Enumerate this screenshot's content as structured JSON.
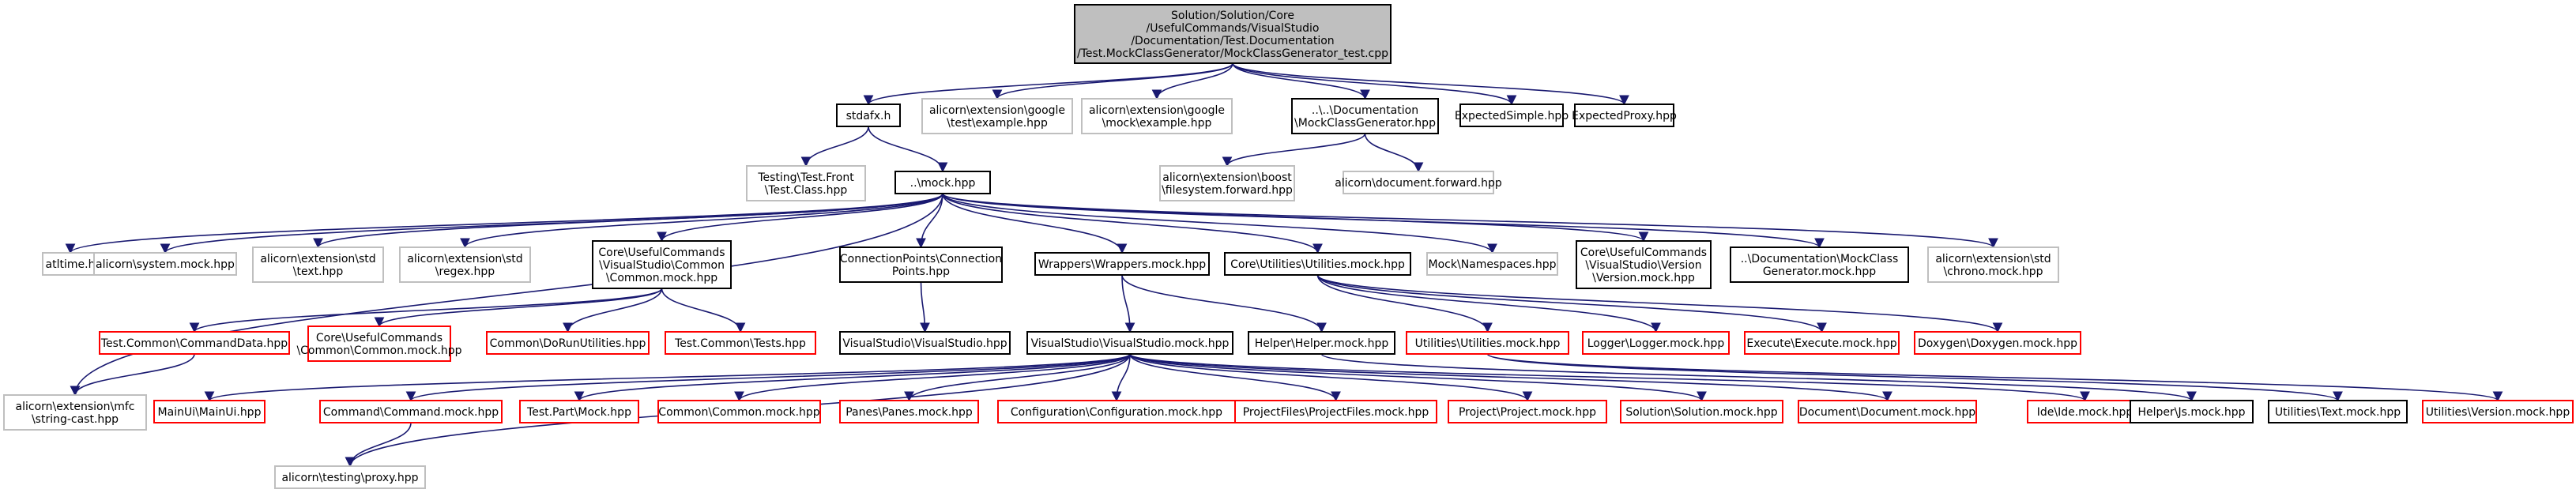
{
  "colors": {
    "edge": "#191970",
    "root_fill": "#bfbfbf",
    "root_border": "#000000",
    "doc_border": "#000000",
    "undocumented_border": "#ff0000",
    "external_border": "#bfbfbf",
    "text": "#000000"
  },
  "nodes": [
    {
      "id": "root",
      "kind": "root",
      "lines": [
        "Solution/Solution/Core",
        "/UsefulCommands/VisualStudio",
        "/Documentation/Test.Documentation",
        "/Test.MockClassGenerator/MockClassGenerator_test.cpp"
      ]
    },
    {
      "id": "stdafx",
      "kind": "doc",
      "lines": [
        "stdafx.h"
      ]
    },
    {
      "id": "google_test",
      "kind": "external",
      "lines": [
        "alicorn\\extension\\google",
        "\\test\\example.hpp"
      ]
    },
    {
      "id": "google_mock",
      "kind": "external",
      "lines": [
        "alicorn\\extension\\google",
        "\\mock\\example.hpp"
      ]
    },
    {
      "id": "mockclassgen",
      "kind": "doc",
      "lines": [
        "..\\..\\Documentation",
        "\\MockClassGenerator.hpp"
      ]
    },
    {
      "id": "expected_simple",
      "kind": "doc",
      "lines": [
        "ExpectedSimple.hpp"
      ]
    },
    {
      "id": "expected_proxy",
      "kind": "doc",
      "lines": [
        "ExpectedProxy.hpp"
      ]
    },
    {
      "id": "testing_front",
      "kind": "external",
      "lines": [
        "Testing\\Test.Front",
        "\\Test.Class.hpp"
      ]
    },
    {
      "id": "mock_hpp",
      "kind": "doc",
      "lines": [
        "..\\mock.hpp"
      ]
    },
    {
      "id": "boost_fs",
      "kind": "external",
      "lines": [
        "alicorn\\extension\\boost",
        "\\filesystem.forward.hpp"
      ]
    },
    {
      "id": "doc_forward",
      "kind": "external",
      "lines": [
        "alicorn\\document.forward.hpp"
      ]
    },
    {
      "id": "atltime",
      "kind": "external",
      "lines": [
        "atltime.h"
      ]
    },
    {
      "id": "system_mock",
      "kind": "external",
      "lines": [
        "alicorn\\system.mock.hpp"
      ]
    },
    {
      "id": "std_text",
      "kind": "external",
      "lines": [
        "alicorn\\extension\\std",
        "\\text.hpp"
      ]
    },
    {
      "id": "std_regex",
      "kind": "external",
      "lines": [
        "alicorn\\extension\\std",
        "\\regex.hpp"
      ]
    },
    {
      "id": "common_mock_ns",
      "kind": "doc",
      "lines": [
        "Core\\UsefulCommands",
        "\\VisualStudio\\Common",
        "\\Common.mock.hpp"
      ]
    },
    {
      "id": "connection_points",
      "kind": "doc",
      "lines": [
        "ConnectionPoints\\Connection",
        "Points.hpp"
      ]
    },
    {
      "id": "wrappers",
      "kind": "doc",
      "lines": [
        "Wrappers\\Wrappers.mock.hpp"
      ]
    },
    {
      "id": "core_utilities",
      "kind": "doc",
      "lines": [
        "Core\\Utilities\\Utilities.mock.hpp"
      ]
    },
    {
      "id": "mock_namespaces",
      "kind": "external",
      "lines": [
        "Mock\\Namespaces.hpp"
      ]
    },
    {
      "id": "version_mock_ns",
      "kind": "doc",
      "lines": [
        "Core\\UsefulCommands",
        "\\VisualStudio\\Version",
        "\\Version.mock.hpp"
      ]
    },
    {
      "id": "doc_mockclass",
      "kind": "doc",
      "lines": [
        "..\\Documentation\\MockClass",
        "Generator.mock.hpp"
      ]
    },
    {
      "id": "std_chrono",
      "kind": "external",
      "lines": [
        "alicorn\\extension\\std",
        "\\chrono.mock.hpp"
      ]
    },
    {
      "id": "test_common_cmddata",
      "kind": "undocumented",
      "lines": [
        "Test.Common\\CommandData.hpp"
      ]
    },
    {
      "id": "core_common_mock",
      "kind": "undocumented",
      "lines": [
        "Core\\UsefulCommands",
        "\\Common\\Common.mock.hpp"
      ]
    },
    {
      "id": "common_dorun",
      "kind": "undocumented",
      "lines": [
        "Common\\DoRunUtilities.hpp"
      ]
    },
    {
      "id": "test_common_tests",
      "kind": "undocumented",
      "lines": [
        "Test.Common\\Tests.hpp"
      ]
    },
    {
      "id": "vs_visualstudio",
      "kind": "doc",
      "lines": [
        "VisualStudio\\VisualStudio.hpp"
      ]
    },
    {
      "id": "vs_visualstudio_mock",
      "kind": "doc",
      "lines": [
        "VisualStudio\\VisualStudio.mock.hpp"
      ]
    },
    {
      "id": "helper_mock",
      "kind": "doc",
      "lines": [
        "Helper\\Helper.mock.hpp"
      ]
    },
    {
      "id": "utilities_mock",
      "kind": "undocumented",
      "lines": [
        "Utilities\\Utilities.mock.hpp"
      ]
    },
    {
      "id": "logger_mock",
      "kind": "undocumented",
      "lines": [
        "Logger\\Logger.mock.hpp"
      ]
    },
    {
      "id": "execute_mock",
      "kind": "undocumented",
      "lines": [
        "Execute\\Execute.mock.hpp"
      ]
    },
    {
      "id": "doxygen_mock",
      "kind": "undocumented",
      "lines": [
        "Doxygen\\Doxygen.mock.hpp"
      ]
    },
    {
      "id": "mfc_string_cast",
      "kind": "external",
      "lines": [
        "alicorn\\extension\\mfc",
        "\\string-cast.hpp"
      ]
    },
    {
      "id": "mainui_mock",
      "kind": "undocumented",
      "lines": [
        "MainUi\\MainUi.hpp"
      ]
    },
    {
      "id": "command_mock",
      "kind": "undocumented",
      "lines": [
        "Command\\Command.mock.hpp"
      ]
    },
    {
      "id": "test_part_mock",
      "kind": "undocumented",
      "lines": [
        "Test.Part\\Mock.hpp"
      ]
    },
    {
      "id": "common_common_mock",
      "kind": "undocumented",
      "lines": [
        "Common\\Common.mock.hpp"
      ]
    },
    {
      "id": "panes_mock",
      "kind": "undocumented",
      "lines": [
        "Panes\\Panes.mock.hpp"
      ]
    },
    {
      "id": "configuration_mock",
      "kind": "undocumented",
      "lines": [
        "Configuration\\Configuration.mock.hpp"
      ]
    },
    {
      "id": "projectfiles_mock",
      "kind": "undocumented",
      "lines": [
        "ProjectFiles\\ProjectFiles.mock.hpp"
      ]
    },
    {
      "id": "project_mock",
      "kind": "undocumented",
      "lines": [
        "Project\\Project.mock.hpp"
      ]
    },
    {
      "id": "solution_mock",
      "kind": "undocumented",
      "lines": [
        "Solution\\Solution.mock.hpp"
      ]
    },
    {
      "id": "document_mock",
      "kind": "undocumented",
      "lines": [
        "Document\\Document.mock.hpp"
      ]
    },
    {
      "id": "ide_mock",
      "kind": "undocumented",
      "lines": [
        "Ide\\Ide.mock.hpp"
      ]
    },
    {
      "id": "helper_js_mock",
      "kind": "doc",
      "lines": [
        "Helper\\Js.mock.hpp"
      ]
    },
    {
      "id": "utilities_text_mock",
      "kind": "doc",
      "lines": [
        "Utilities\\Text.mock.hpp"
      ]
    },
    {
      "id": "utilities_version_mock",
      "kind": "undocumented",
      "lines": [
        "Utilities\\Version.mock.hpp"
      ]
    },
    {
      "id": "testing_proxy",
      "kind": "external",
      "lines": [
        "alicorn\\testing\\proxy.hpp"
      ]
    }
  ],
  "edges": [
    [
      "root",
      "stdafx"
    ],
    [
      "root",
      "google_test"
    ],
    [
      "root",
      "google_mock"
    ],
    [
      "root",
      "mockclassgen"
    ],
    [
      "root",
      "expected_simple"
    ],
    [
      "root",
      "expected_proxy"
    ],
    [
      "stdafx",
      "testing_front"
    ],
    [
      "stdafx",
      "mock_hpp"
    ],
    [
      "mockclassgen",
      "boost_fs"
    ],
    [
      "mockclassgen",
      "doc_forward"
    ],
    [
      "mock_hpp",
      "atltime"
    ],
    [
      "mock_hpp",
      "system_mock"
    ],
    [
      "mock_hpp",
      "std_text"
    ],
    [
      "mock_hpp",
      "std_regex"
    ],
    [
      "mock_hpp",
      "common_mock_ns"
    ],
    [
      "mock_hpp",
      "connection_points"
    ],
    [
      "mock_hpp",
      "wrappers"
    ],
    [
      "mock_hpp",
      "core_utilities"
    ],
    [
      "mock_hpp",
      "mock_namespaces"
    ],
    [
      "mock_hpp",
      "version_mock_ns"
    ],
    [
      "mock_hpp",
      "doc_mockclass"
    ],
    [
      "mock_hpp",
      "std_chrono"
    ],
    [
      "mock_hpp",
      "mfc_string_cast"
    ],
    [
      "common_mock_ns",
      "test_common_cmddata"
    ],
    [
      "common_mock_ns",
      "core_common_mock"
    ],
    [
      "common_mock_ns",
      "common_dorun"
    ],
    [
      "common_mock_ns",
      "test_common_tests"
    ],
    [
      "test_common_cmddata",
      "mfc_string_cast"
    ],
    [
      "connection_points",
      "vs_visualstudio"
    ],
    [
      "wrappers",
      "vs_visualstudio_mock"
    ],
    [
      "wrappers",
      "helper_mock"
    ],
    [
      "core_utilities",
      "utilities_mock"
    ],
    [
      "core_utilities",
      "logger_mock"
    ],
    [
      "core_utilities",
      "execute_mock"
    ],
    [
      "core_utilities",
      "doxygen_mock"
    ],
    [
      "vs_visualstudio_mock",
      "mainui_mock"
    ],
    [
      "vs_visualstudio_mock",
      "command_mock"
    ],
    [
      "vs_visualstudio_mock",
      "test_part_mock"
    ],
    [
      "vs_visualstudio_mock",
      "common_common_mock"
    ],
    [
      "vs_visualstudio_mock",
      "panes_mock"
    ],
    [
      "vs_visualstudio_mock",
      "configuration_mock"
    ],
    [
      "vs_visualstudio_mock",
      "projectfiles_mock"
    ],
    [
      "vs_visualstudio_mock",
      "project_mock"
    ],
    [
      "vs_visualstudio_mock",
      "solution_mock"
    ],
    [
      "vs_visualstudio_mock",
      "document_mock"
    ],
    [
      "vs_visualstudio_mock",
      "ide_mock"
    ],
    [
      "vs_visualstudio_mock",
      "testing_proxy"
    ],
    [
      "command_mock",
      "testing_proxy"
    ],
    [
      "helper_mock",
      "helper_js_mock"
    ],
    [
      "utilities_mock",
      "utilities_text_mock"
    ],
    [
      "utilities_mock",
      "utilities_version_mock"
    ]
  ]
}
